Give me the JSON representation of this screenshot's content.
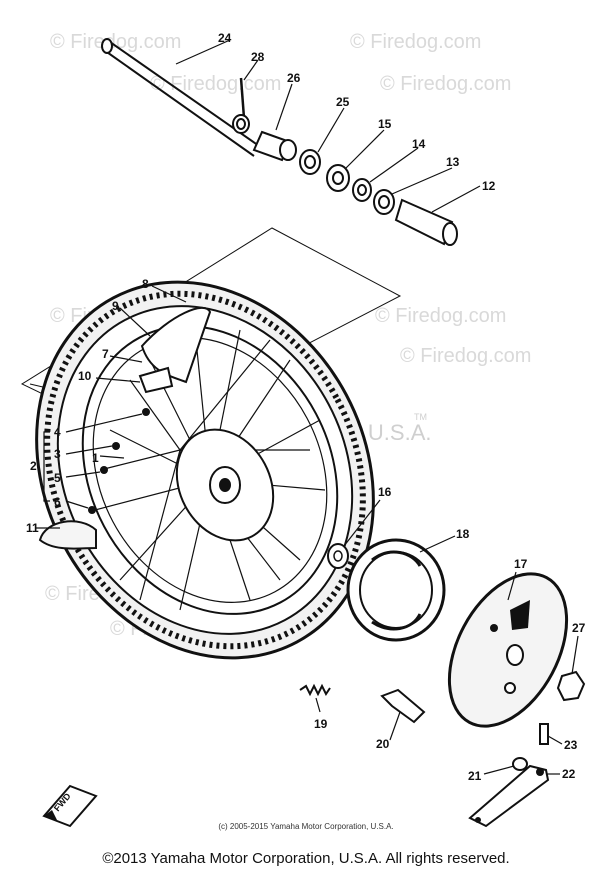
{
  "watermarks": {
    "text": "© Firedog.com",
    "corp_text": "Corp, U.S.A.",
    "tm": "TM"
  },
  "callouts": [
    "24",
    "28",
    "26",
    "25",
    "15",
    "14",
    "13",
    "12",
    "8",
    "9",
    "7",
    "10",
    "4",
    "3",
    "2",
    "1",
    "5",
    "6",
    "11",
    "16",
    "18",
    "17",
    "27",
    "19",
    "20",
    "23",
    "21",
    "22"
  ],
  "fwd_label": "FWD",
  "small_copyright": "(c) 2005-2015 Yamaha Motor Corporation, U.S.A.",
  "footer": "©2013 Yamaha Motor Corporation, U.S.A. All rights reserved."
}
